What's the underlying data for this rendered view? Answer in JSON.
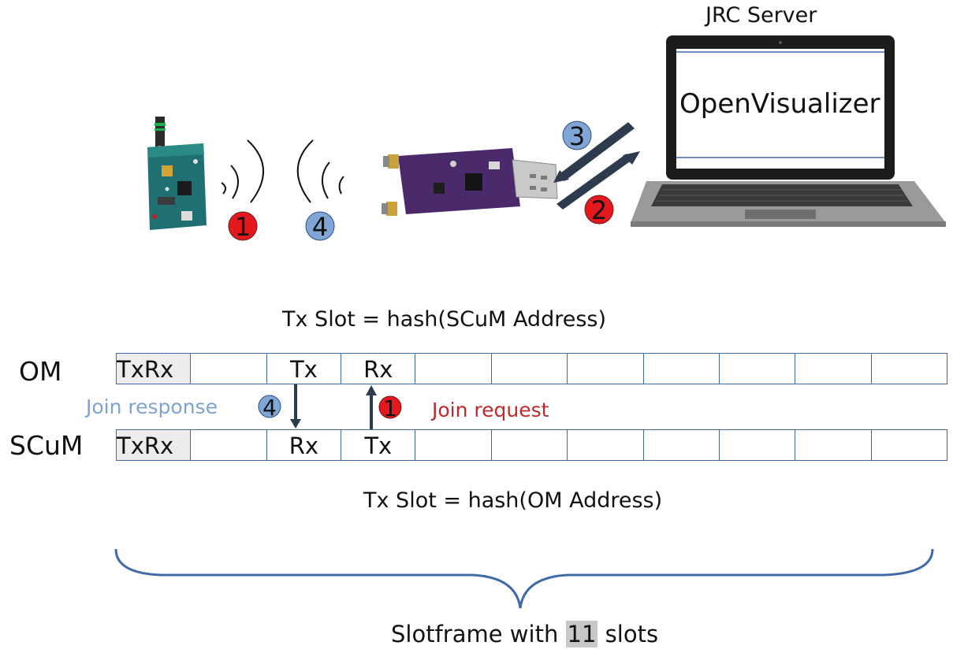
{
  "server": {
    "label": "JRC Server",
    "app": "OpenVisualizer"
  },
  "steps": {
    "s1": "1",
    "s2": "2",
    "s3": "3",
    "s4": "4"
  },
  "schedule": {
    "tx_slot_om": "Tx Slot = hash(SCuM Address)",
    "tx_slot_scum": "Tx Slot = hash(OM Address)",
    "rows": [
      {
        "label": "OM",
        "slots": [
          "TxRx",
          "",
          "Tx",
          "Rx",
          "",
          "",
          "",
          "",
          "",
          "",
          ""
        ]
      },
      {
        "label": "SCuM",
        "slots": [
          "TxRx",
          "",
          "Rx",
          "Tx",
          "",
          "",
          "",
          "",
          "",
          "",
          ""
        ]
      }
    ],
    "join_response": "Join response",
    "join_request": "Join request"
  },
  "caption": {
    "prefix": "Slotframe with ",
    "count": "11",
    "suffix": " slots"
  },
  "colors": {
    "red_badge": "#e3191e",
    "blue_badge": "#7fa6d6",
    "slot_border": "#3e6aa8",
    "arrow": "#2e3b4e",
    "brace": "#3e6aa8"
  }
}
